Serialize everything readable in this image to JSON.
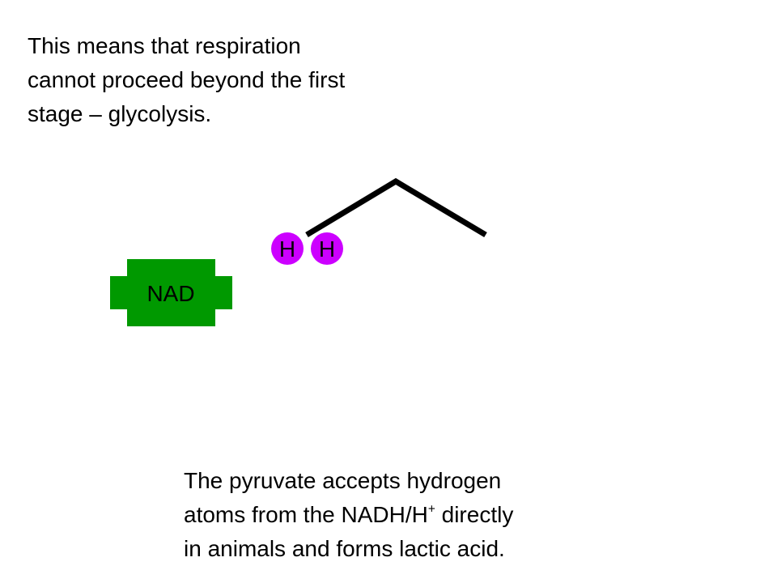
{
  "top_text": {
    "lines": [
      "This means that respiration",
      "cannot proceed beyond the first",
      "stage – glycolysis."
    ]
  },
  "bottom_text": {
    "line1": "The pyruvate accepts hydrogen",
    "line2_before": "atoms from the NADH/H",
    "line2_sup": "+",
    "line2_after": " directly",
    "line3": "in animals and forms lactic acid."
  },
  "diagram": {
    "nad_label": "NAD",
    "hydrogen_labels": [
      "H",
      "H"
    ],
    "colors": {
      "nad_fill": "#009900",
      "hydrogen_fill": "#cc00ff",
      "pyruvate_line": "#000000"
    }
  }
}
